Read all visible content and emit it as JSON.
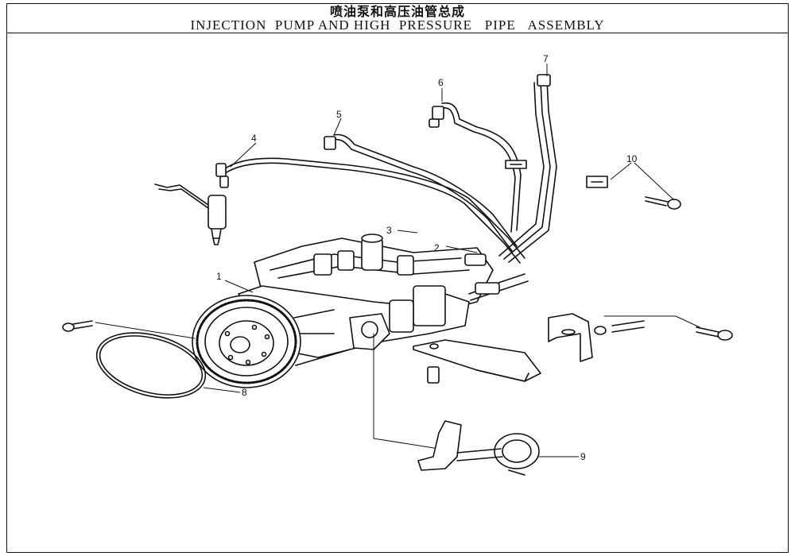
{
  "title": {
    "chinese": "喷油泵和高压油管总成",
    "english": "INJECTION  PUMP AND HIGH  PRESSURE   PIPE   ASSEMBLY"
  },
  "callouts": [
    "1",
    "2",
    "3",
    "4",
    "5",
    "6",
    "7",
    "8",
    "9",
    "10"
  ],
  "colors": {
    "line": "#111111",
    "background": "#ffffff"
  }
}
